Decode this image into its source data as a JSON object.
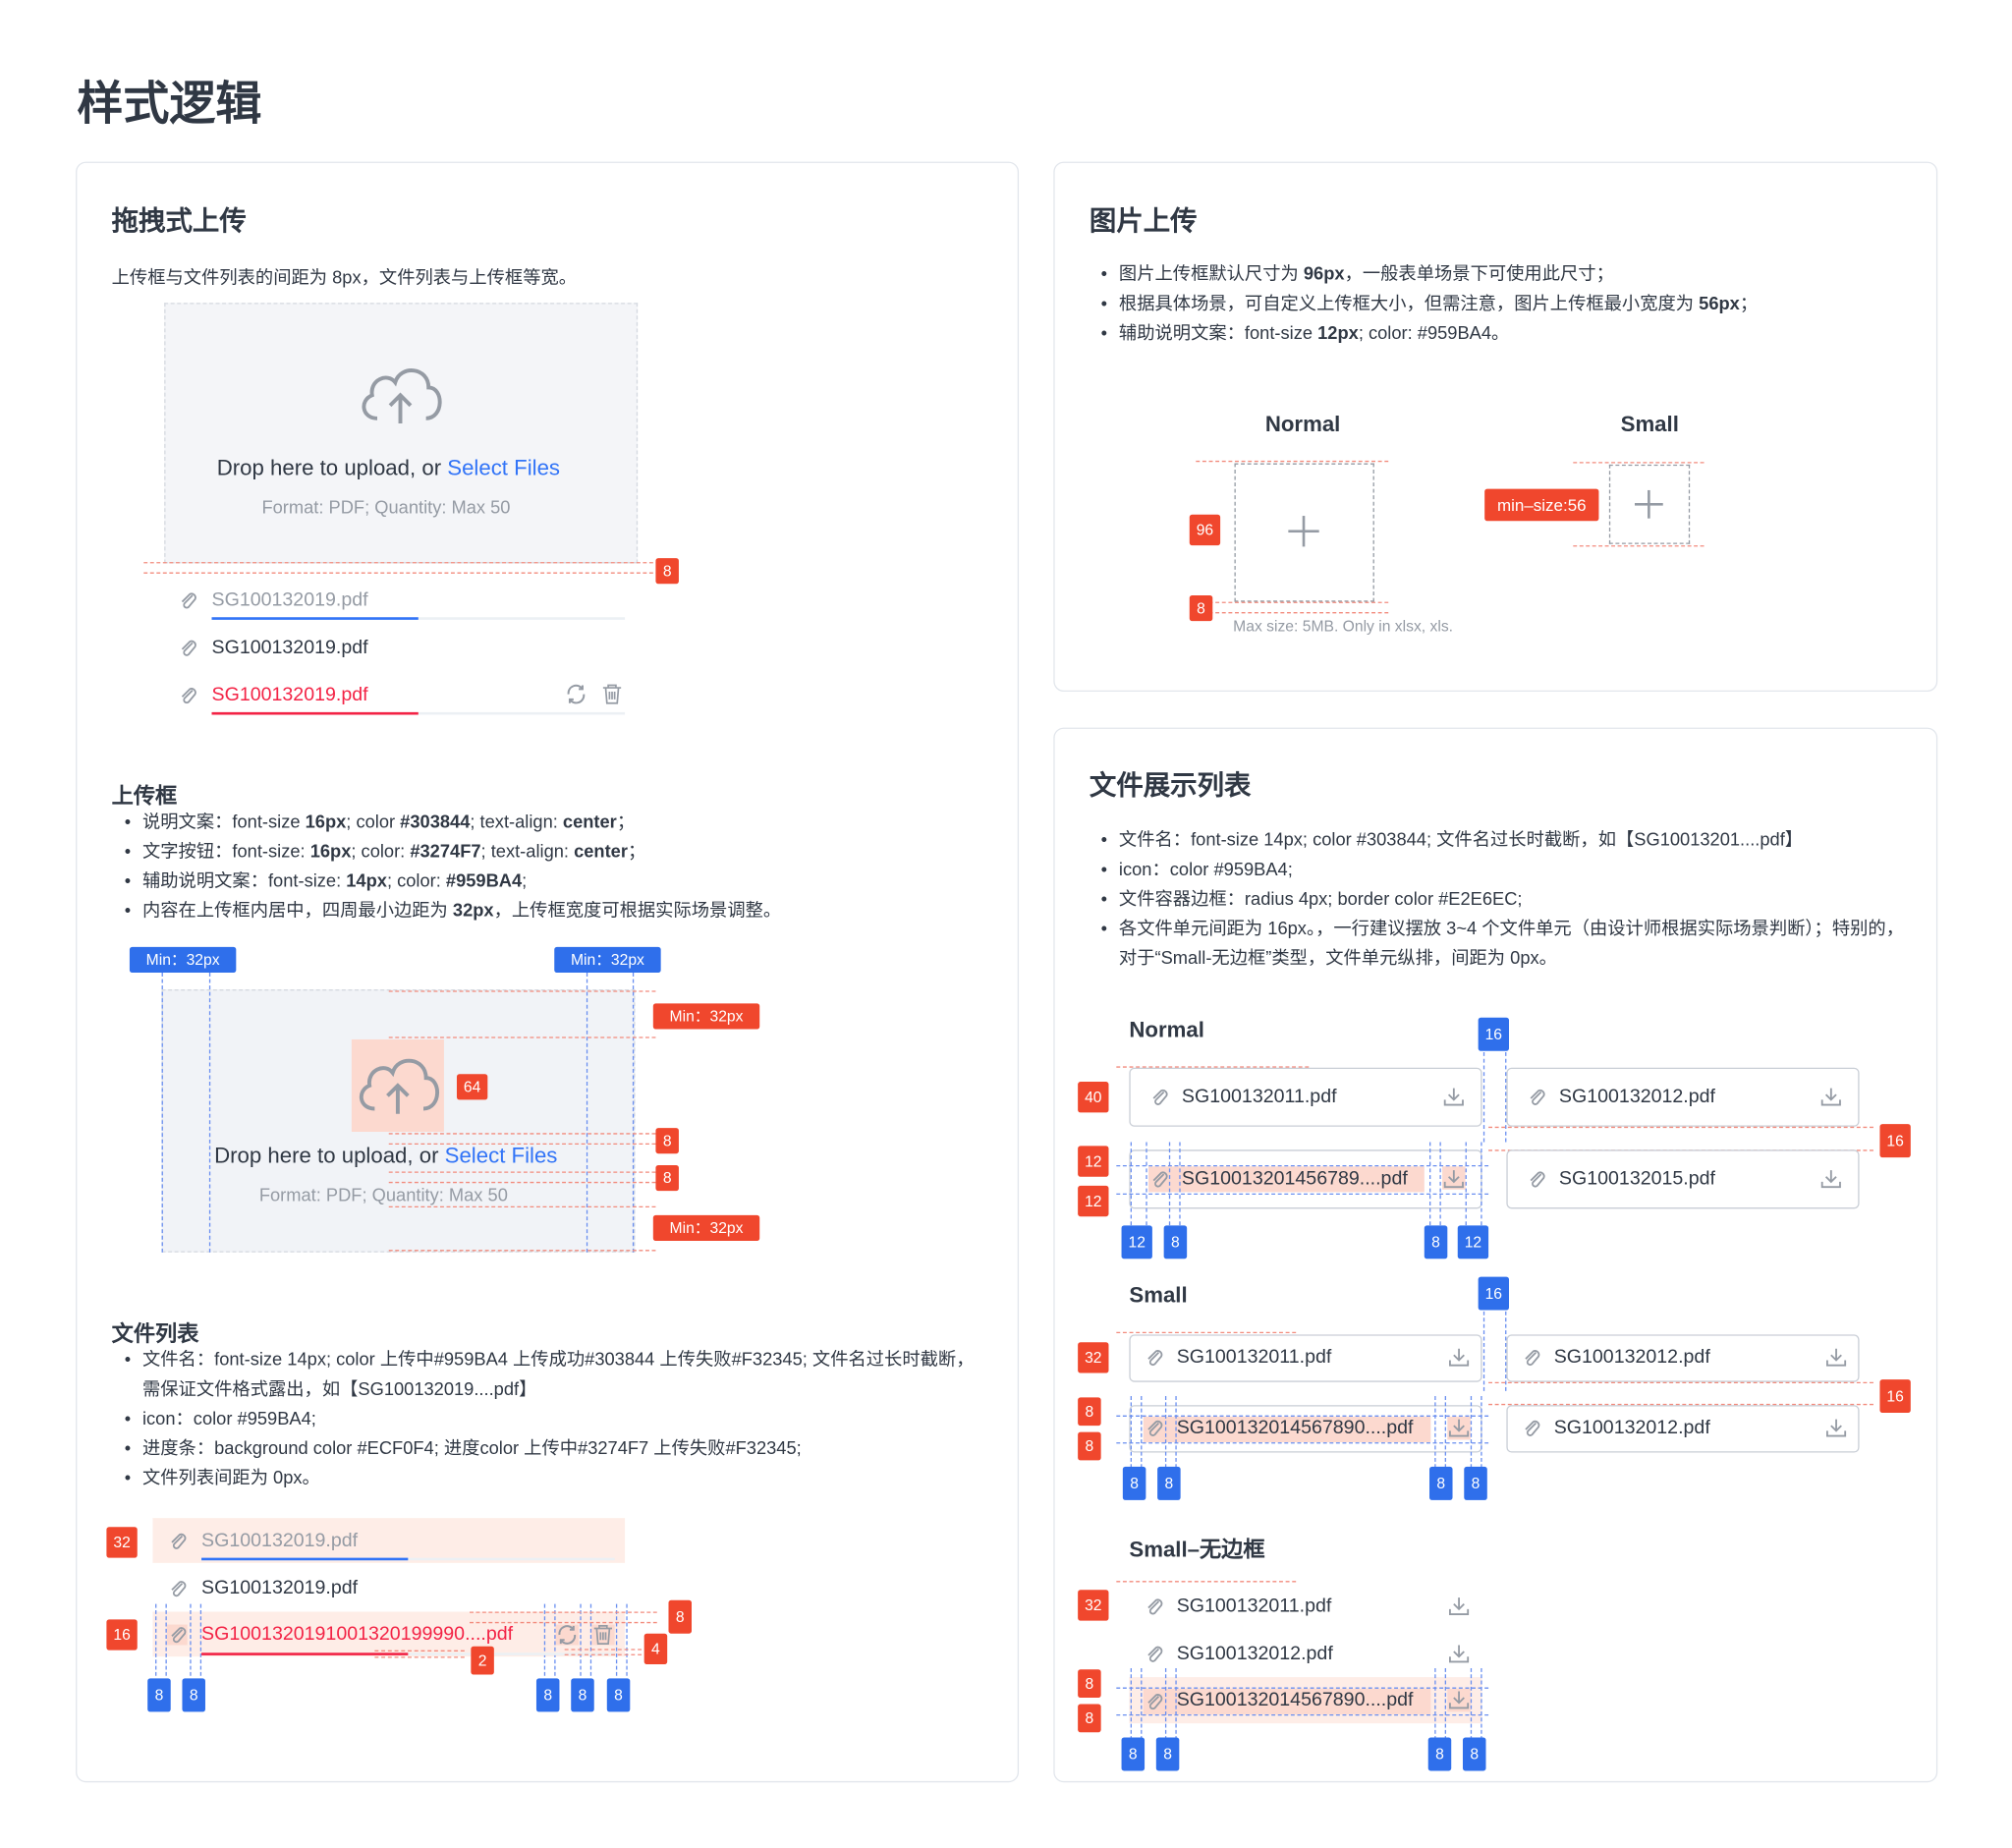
{
  "page": {
    "title": "样式逻辑"
  },
  "drag_upload": {
    "title": "拖拽式上传",
    "intro": "上传框与文件列表的间距为 8px，文件列表与上传框等宽。",
    "drop_text": "Drop here to upload, or ",
    "select_files": "Select Files",
    "format": "Format: PDF; Quantity: Max 50",
    "files": [
      "SG100132019.pdf",
      "SG100132019.pdf",
      "SG100132019.pdf"
    ],
    "box_section": {
      "title": "上传框",
      "bullets": [
        {
          "pre": "说明文案：font-size ",
          "b1": "16px",
          "mid": "; color ",
          "b2": "#303844",
          "post": "; text-align: ",
          "b3": "center",
          "end": "；"
        },
        {
          "pre": "文字按钮：font-size: ",
          "b1": "16px",
          "mid": "; color: ",
          "b2": "#3274F7",
          "post": "; text-align: ",
          "b3": "center",
          "end": "；"
        },
        {
          "pre": "辅助说明文案：font-size: ",
          "b1": "14px",
          "mid": "; color: ",
          "b2": "#959BA4",
          "post": ";",
          "b3": "",
          "end": ""
        },
        {
          "pre": "内容在上传框内居中，四周最小边距为 ",
          "b1": "32px",
          "mid": "，上传框宽度可根据实际场景调整。",
          "b2": "",
          "post": "",
          "b3": "",
          "end": ""
        }
      ]
    },
    "list_section": {
      "title": "文件列表",
      "bullets": [
        "文件名：font-size 14px; color 上传中#959BA4 上传成功#303844 上传失败#F32345; 文件名过长时截断，需保证文件格式露出，如【SG100132019....pdf】",
        "icon：color #959BA4;",
        "进度条：background color #ECF0F4; 进度color 上传中#3274F7 上传失败#F32345;",
        "文件列表间距为 0px。"
      ],
      "example_files": [
        "SG100132019.pdf",
        "SG100132019.pdf",
        "SG1001320191001320199990....pdf"
      ]
    },
    "annotations": {
      "min32": "Min：32px",
      "m8": "8",
      "m64": "64",
      "m32": "32",
      "m16": "16",
      "m2": "2",
      "m4": "4"
    }
  },
  "image_upload": {
    "title": "图片上传",
    "bullets": [
      {
        "pre": "图片上传框默认尺寸为 ",
        "b": "96px",
        "post": "，一般表单场景下可使用此尺寸；"
      },
      {
        "pre": "根据具体场景，可自定义上传框大小，但需注意，图片上传框最小宽度为 ",
        "b": "56px",
        "post": "；"
      },
      {
        "pre": "辅助说明文案：font-size ",
        "b": "12px",
        "post": "; color: #959BA4。"
      }
    ],
    "normal_label": "Normal",
    "small_label": "Small",
    "hint": "Max size: 5MB. Only in xlsx, xls.",
    "badges": {
      "size96": "96",
      "gap8": "8",
      "min_size": "min–size:56"
    }
  },
  "file_list": {
    "title": "文件展示列表",
    "bullets": [
      "文件名：font-size 14px; color #303844; 文件名过长时截断，如【SG10013201....pdf】",
      "icon：color #959BA4;",
      "文件容器边框：radius 4px; border color #E2E6EC;",
      "各文件单元间距为 16px。，一行建议摆放 3~4 个文件单元（由设计师根据实际场景判断）；特别的，对于“Small-无边框”类型，文件单元纵排，间距为 0px。"
    ],
    "normal": {
      "label": "Normal",
      "files": [
        "SG100132011.pdf",
        "SG100132012.pdf",
        "SG10013201456789....pdf",
        "SG100132015.pdf"
      ]
    },
    "small": {
      "label": "Small",
      "files": [
        "SG100132011.pdf",
        "SG100132012.pdf",
        "SG100132014567890....pdf",
        "SG100132012.pdf"
      ]
    },
    "small_borderless": {
      "label": "Small–无边框",
      "files": [
        "SG100132011.pdf",
        "SG100132012.pdf",
        "SG100132014567890....pdf"
      ]
    },
    "badges": {
      "b16": "16",
      "b40": "40",
      "b12": "12",
      "b8": "8",
      "b32": "32"
    }
  }
}
